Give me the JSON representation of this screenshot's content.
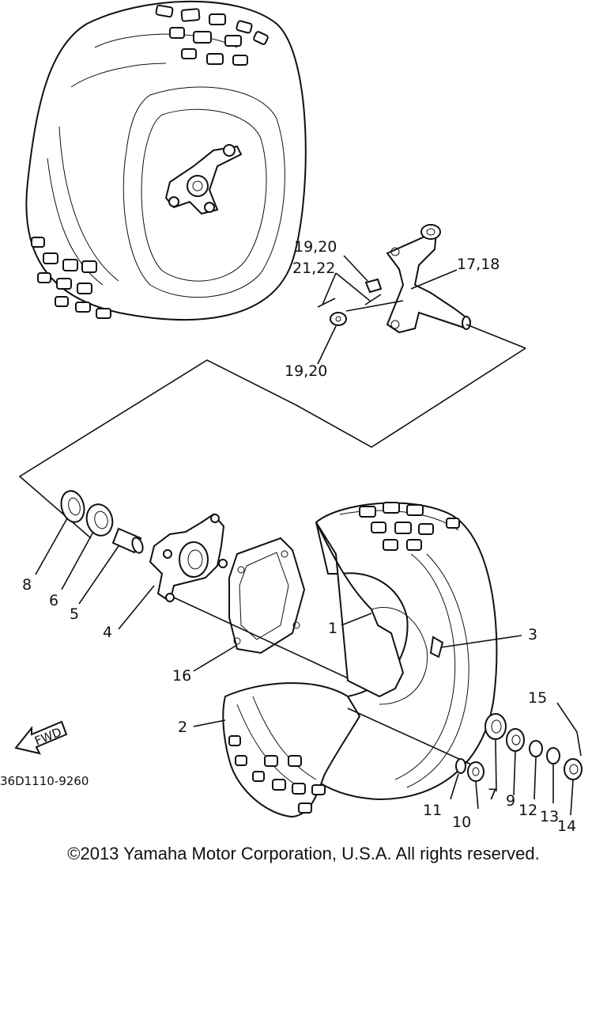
{
  "diagram": {
    "part_labels": {
      "p1": "1",
      "p2": "2",
      "p3": "3",
      "p4": "4",
      "p5": "5",
      "p6": "6",
      "p7": "7",
      "p8": "8",
      "p9": "9",
      "p10": "10",
      "p11": "11",
      "p12": "12",
      "p13": "13",
      "p14": "14",
      "p15": "15",
      "p16": "16",
      "p17_18": "17,18",
      "p19_20_top": "19,20",
      "p19_20_bottom": "19,20",
      "p21_22": "21,22"
    },
    "fwd_label": "FWD",
    "drawing_code": "36D1110-9260"
  },
  "footer": {
    "copyright": "©2013 Yamaha Motor Corporation, U.S.A. All rights reserved."
  }
}
